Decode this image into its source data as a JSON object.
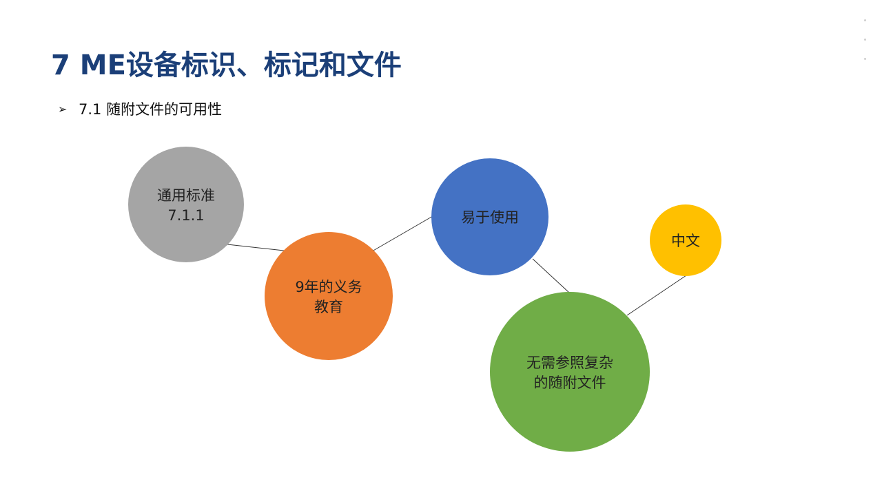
{
  "slide": {
    "title": "7 ME设备标识、标记和文件",
    "bullet": {
      "icon": "arrow-bullet-icon",
      "text": "7.1 随附文件的可用性"
    }
  },
  "diagram": {
    "nodes": [
      {
        "id": "general",
        "lines": [
          "通用标准",
          "7.1.1"
        ],
        "color": "#a5a5a5"
      },
      {
        "id": "education",
        "lines": [
          "9年的义务",
          "教育"
        ],
        "color": "#ed7d31"
      },
      {
        "id": "easy",
        "lines": [
          "易于使用"
        ],
        "color": "#4472c4"
      },
      {
        "id": "chinese",
        "lines": [
          "中文"
        ],
        "color": "#ffc000"
      },
      {
        "id": "no-ref",
        "lines": [
          "无需参照复杂",
          "的随附文件"
        ],
        "color": "#70ad47"
      }
    ],
    "edges": [
      [
        "general",
        "education"
      ],
      [
        "education",
        "easy"
      ],
      [
        "easy",
        "no-ref"
      ],
      [
        "no-ref",
        "chinese"
      ]
    ]
  },
  "colors": {
    "title": "#1b3f78",
    "edge": "#333333"
  }
}
